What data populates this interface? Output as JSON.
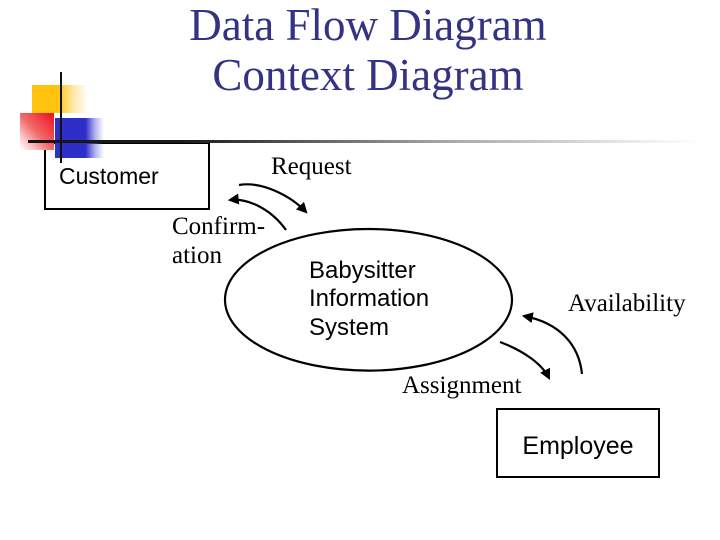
{
  "slide": {
    "title": {
      "line1": "Data Flow Diagram",
      "line2": "Context Diagram",
      "color": "#333383"
    }
  },
  "diagram": {
    "external_entities": [
      {
        "label": "Customer"
      },
      {
        "label": "Employee"
      }
    ],
    "process": {
      "line1": "Babysitter",
      "line2": "Information",
      "line3": "System"
    },
    "flow_labels": {
      "request": "Request",
      "confirmation_line1": "Confirm-",
      "confirmation_line2": "ation",
      "availability": "Availability",
      "assignment": "Assignment"
    },
    "stroke_color": "#000000"
  },
  "decor": {
    "accent_yellow": "#FFC20E",
    "accent_red": "#ED1C2A",
    "accent_blue": "#2E2EC9"
  }
}
